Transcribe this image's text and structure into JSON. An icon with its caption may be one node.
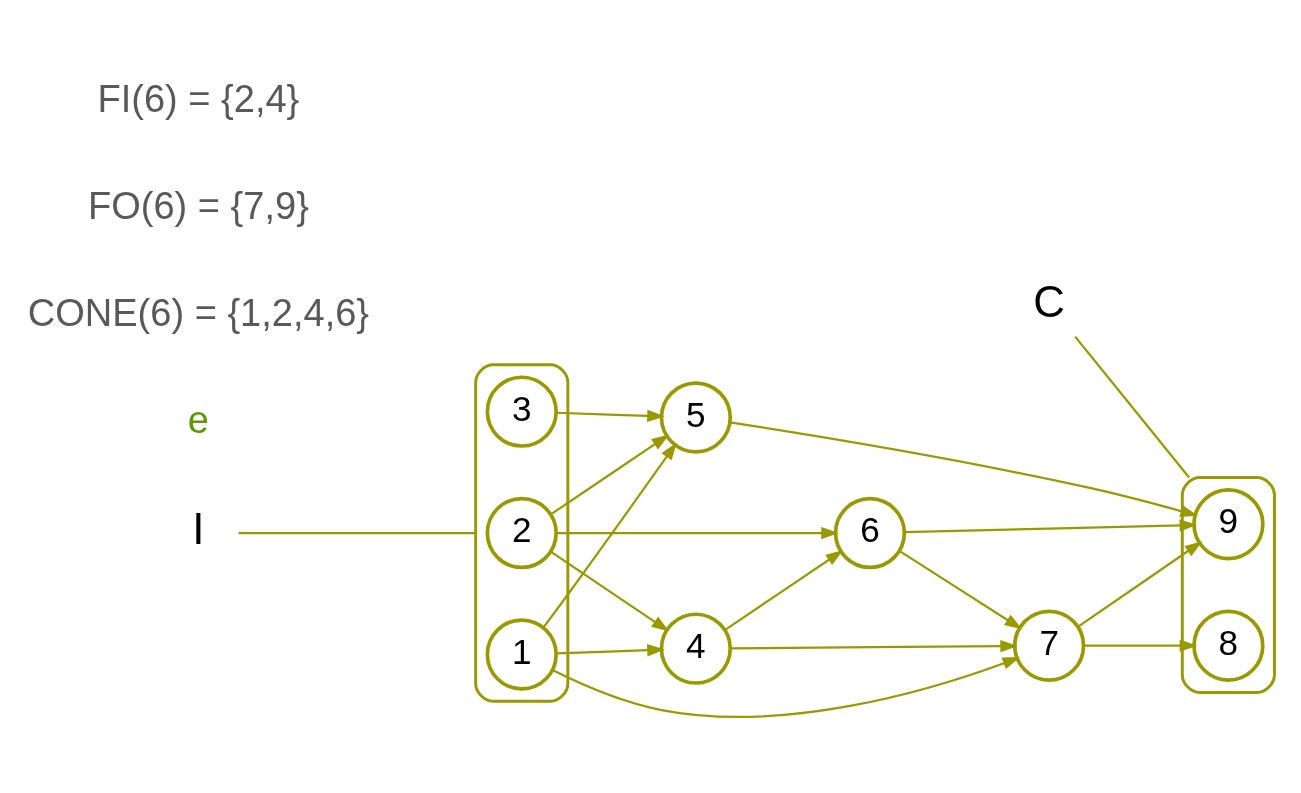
{
  "diagram": {
    "nodes": [
      {
        "text": [],
        "shape": "ellipse"
      },
      {
        "text": [
          "1"
        ],
        "in": 0
      },
      {
        "text": [
          "2"
        ],
        "in": 0
      },
      {
        "text": [
          "3"
        ],
        "in": 0
      },
      {
        "text": [
          "4"
        ]
      },
      {
        "text": [
          "5"
        ]
      },
      {
        "text": [
          "6"
        ]
      },
      {
        "text": [
          "7"
        ]
      },
      {
        "text": [],
        "shape": "ellipse"
      },
      {
        "text": [
          "8"
        ],
        "in": 8
      },
      {
        "text": [
          "9"
        ],
        "in": 8
      },
      {
        "text": [
          "I"
        ]
      },
      {
        "text": [
          "C"
        ]
      }
    ],
    "edges": [
      {
        "from": 1,
        "to": 7,
        "arrow": "to"
      },
      {
        "from": 1,
        "to": 4,
        "arrow": "to"
      },
      {
        "from": 1,
        "to": 5,
        "arrow": "to"
      },
      {
        "from": 2,
        "to": 4,
        "arrow": "to"
      },
      {
        "from": 2,
        "to": 6,
        "arrow": "to"
      },
      {
        "from": 2,
        "to": 5,
        "arrow": "to"
      },
      {
        "from": 3,
        "to": 5,
        "arrow": "to"
      },
      {
        "from": 4,
        "to": 7,
        "arrow": "to"
      },
      {
        "from": 4,
        "to": 6,
        "arrow": "to"
      },
      {
        "from": 6,
        "to": 7,
        "arrow": "to"
      },
      {
        "from": 6,
        "to": 10,
        "arrow": "to"
      },
      {
        "from": 7,
        "to": 9,
        "arrow": "to"
      },
      {
        "from": 7,
        "to": 10,
        "arrow": "to"
      },
      {
        "from": 5,
        "to": 10,
        "arrow": "to"
      },
      {
        "from": 11,
        "to": 0,
        "arrow": "none"
      },
      {
        "from": 12,
        "to": 8,
        "arrow": "none"
      }
    ],
    "labels": [
      "e",
      "FI(6) = {2,4}",
      "FO(6) = {7,9}",
      "CONE(6) = {1,2,4,6}"
    ]
  }
}
